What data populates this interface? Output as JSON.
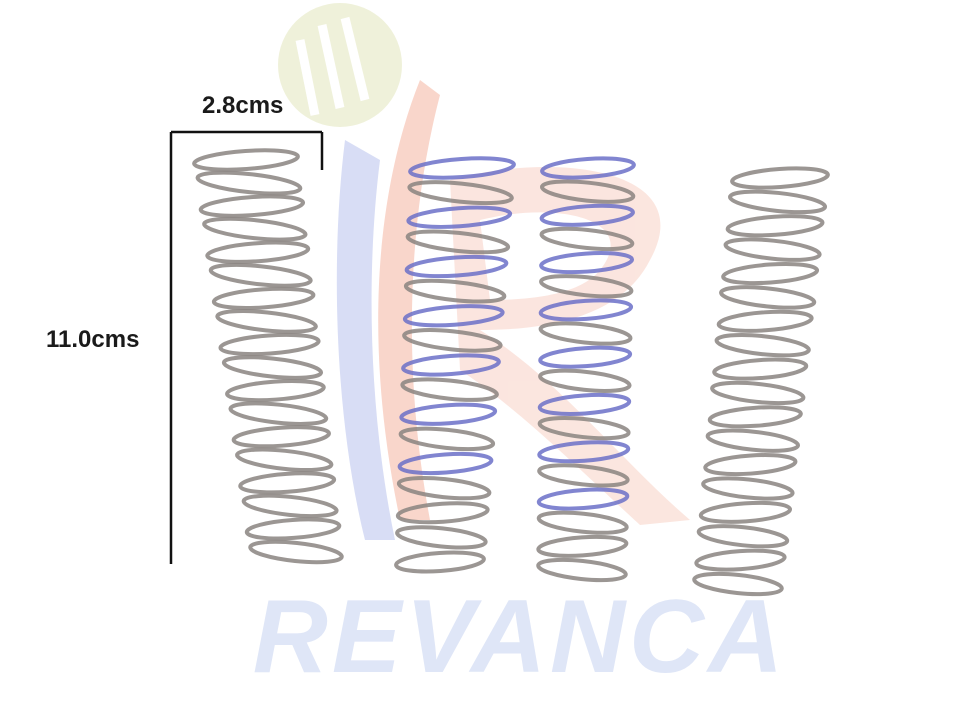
{
  "measurements": {
    "width": "2.8cms",
    "height": "11.0cms"
  },
  "watermark": {
    "text": "REVANCA",
    "text_color": "#dfe6f7",
    "logo_colors": [
      "#eef0d6",
      "#f6c6b8",
      "#c8d0f0"
    ]
  },
  "springs": {
    "count": 4,
    "wire_color": "#8a8480",
    "tint_color": "#6b70c8"
  },
  "colors": {
    "label": "#1a1a1a",
    "bracket": "#111111",
    "background": "#ffffff"
  }
}
